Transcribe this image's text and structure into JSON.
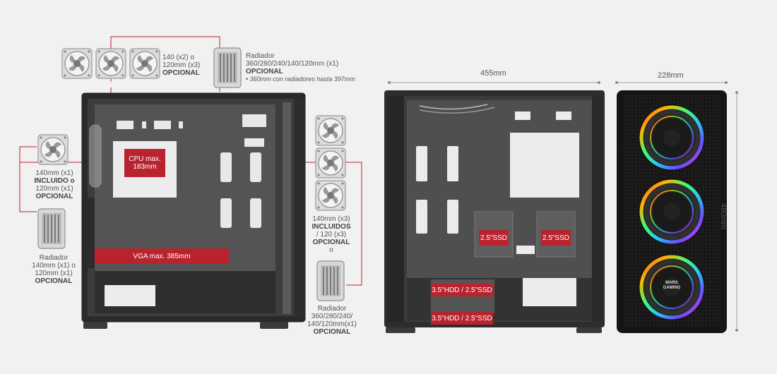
{
  "colors": {
    "accent": "#b8232e",
    "case_dark": "#2b2b2b",
    "case_panel": "#3a3a3a",
    "background": "#f1f1f1"
  },
  "left_view": {
    "top_fans_label": {
      "line1": "140 (x2) o",
      "line2": "120mm (x3)",
      "line3": "OPCIONAL"
    },
    "top_radiator_label": {
      "line1": "Radiador",
      "line2": "360/280/240/140/120mm (x1)",
      "line3": "OPCIONAL",
      "note": "• 360mm con radiadores hasta 397mm"
    },
    "rear_fan_label": {
      "line1": "140mm (x1)",
      "line2": "INCLUIDO o",
      "line3": "120mm (x1)",
      "line4": "OPCIONAL"
    },
    "rear_radiator_label": {
      "line1": "Radiador",
      "line2": "140mm (x1) o",
      "line3": "120mm (x1)",
      "line4": "OPCIONAL"
    },
    "front_fans_label": {
      "line1": "140mm (x3)",
      "line2": "INCLUIDOS",
      "line3": "/ 120 (x3)",
      "line4": "OPCIONAL",
      "line5": "o"
    },
    "front_radiator_label": {
      "line1": "Radiador",
      "line2": "360/280/240/",
      "line3": "140/120mm(x1)",
      "line4": "OPCIONAL"
    },
    "cpu_tag": {
      "line1": "CPU max.",
      "line2": "183mm"
    },
    "vga_tag": "VGA max. 385mm"
  },
  "middle_view": {
    "width_label": "455mm",
    "ssd_tag_1": "2.5\"SSD",
    "ssd_tag_2": "2.5\"SSD",
    "hdd_tag_1": "3.5\"HDD / 2.5\"SSD",
    "hdd_tag_2": "3.5\"HDD / 2.5\"SSD"
  },
  "right_view": {
    "width_label": "228mm",
    "height_label": "480mm",
    "logo_text": "MARS GAMING"
  },
  "icons": [
    "fan-icon",
    "radiator-icon"
  ]
}
